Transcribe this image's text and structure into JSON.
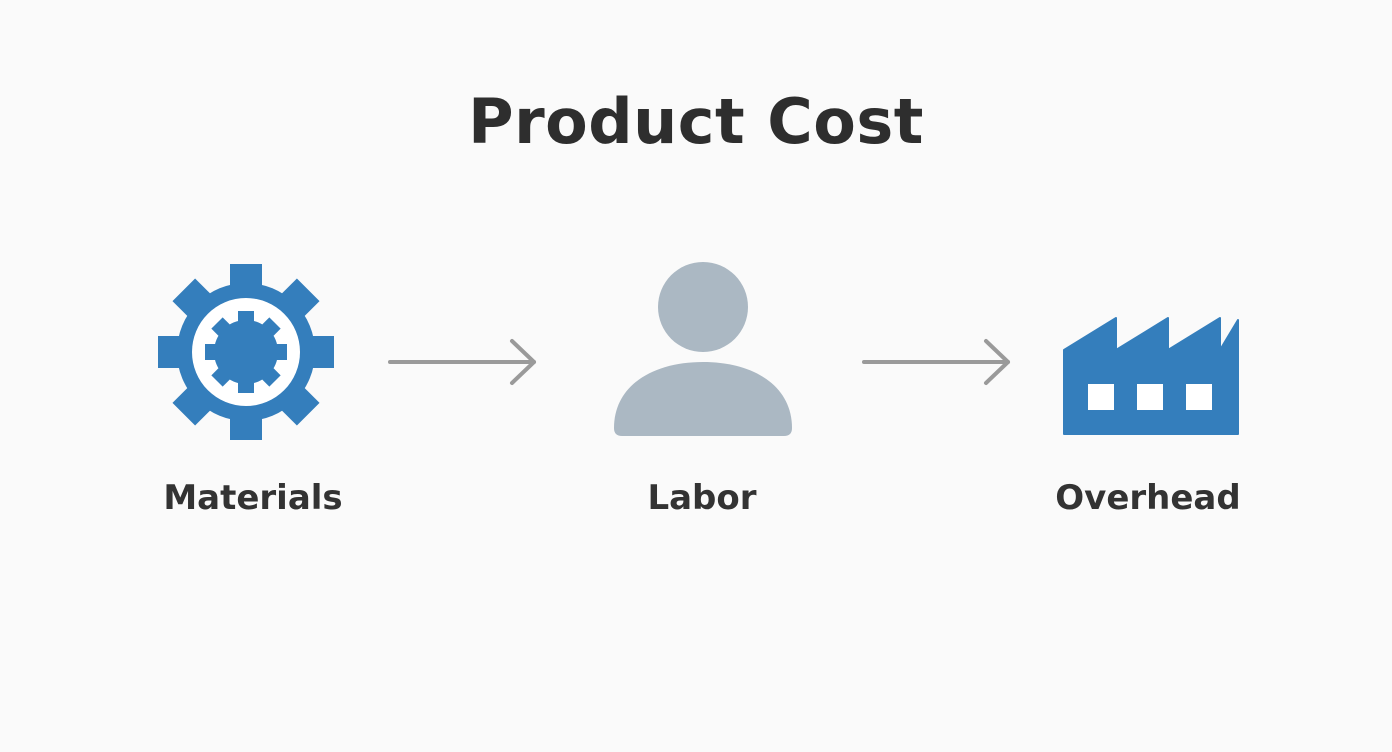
{
  "title": "Product Cost",
  "colors": {
    "background": "#fafafa",
    "accent_blue": "#347ebc",
    "person_gray": "#abb8c3",
    "arrow_gray": "#9a9a9a",
    "text": "#333333"
  },
  "nodes": [
    {
      "label": "Materials",
      "icon": "gear-icon"
    },
    {
      "label": "Labor",
      "icon": "person-icon"
    },
    {
      "label": "Overhead",
      "icon": "factory-icon"
    }
  ],
  "arrows": [
    {
      "from": "Materials",
      "to": "Labor"
    },
    {
      "from": "Labor",
      "to": "Overhead"
    }
  ]
}
